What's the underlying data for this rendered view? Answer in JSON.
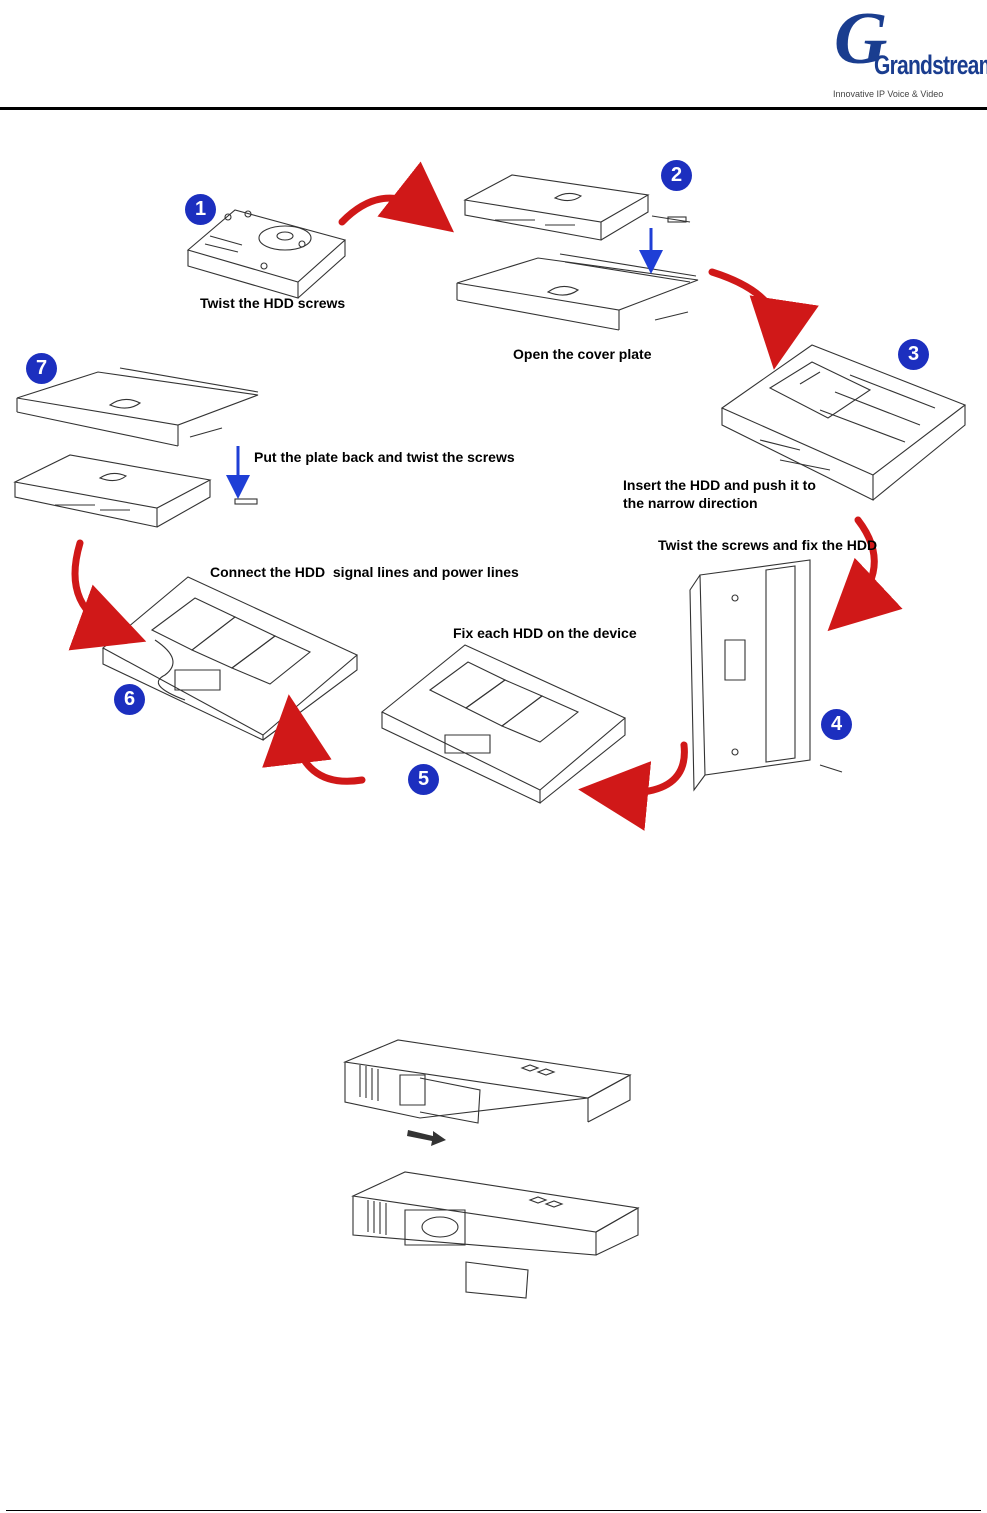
{
  "header": {
    "logo_text": "Grandstream",
    "logo_tagline": "Innovative IP Voice & Video"
  },
  "steps": [
    {
      "number": "1",
      "label": "Twist the HDD screws"
    },
    {
      "number": "2",
      "label": "Open the cover plate"
    },
    {
      "number": "3",
      "label_line1": "Insert the HDD and push it to",
      "label_line2": "the narrow direction"
    },
    {
      "number": "4",
      "label": "Twist the screws and fix the HDD"
    },
    {
      "number": "5",
      "label": "Fix each HDD on the device"
    },
    {
      "number": "6",
      "label": "Connect the HDD  signal lines and power lines"
    },
    {
      "number": "7",
      "label": "Put the plate back and twist the screws"
    }
  ],
  "colors": {
    "badge": "#1c2fbf",
    "curve_arrow": "#d01818",
    "down_arrow": "#1f3fd6",
    "rule": "#000000"
  }
}
